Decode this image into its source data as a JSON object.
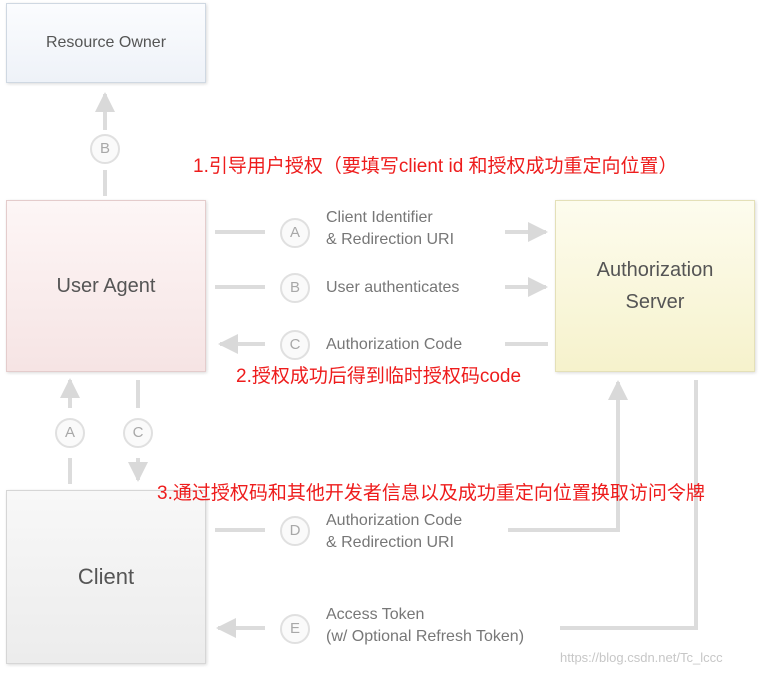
{
  "nodes": {
    "resource_owner": "Resource Owner",
    "user_agent": "User Agent",
    "authorization_server": "Authorization Server",
    "client": "Client"
  },
  "steps": {
    "a": "A",
    "b": "B",
    "c": "C",
    "d": "D",
    "e": "E"
  },
  "flow_labels": {
    "a": "Client Identifier\n& Redirection URI",
    "b": "User authenticates",
    "c": "Authorization Code",
    "d": "Authorization Code\n& Redirection URI",
    "e": "Access Token\n(w/ Optional Refresh Token)"
  },
  "annotations": {
    "note1": "1.引导用户授权（要填写client id 和授权成功重定向位置）",
    "note2": "2.授权成功后得到临时授权码code",
    "note3": "3.通过授权码和其他开发者信息以及成功重定向位置换取访问令牌"
  },
  "watermark": "https://blog.csdn.net/Tc_lccc",
  "colors": {
    "annotation": "#ee1c1c",
    "arrow": "#d9d9d9",
    "step_circle": "#e0e0e0"
  }
}
